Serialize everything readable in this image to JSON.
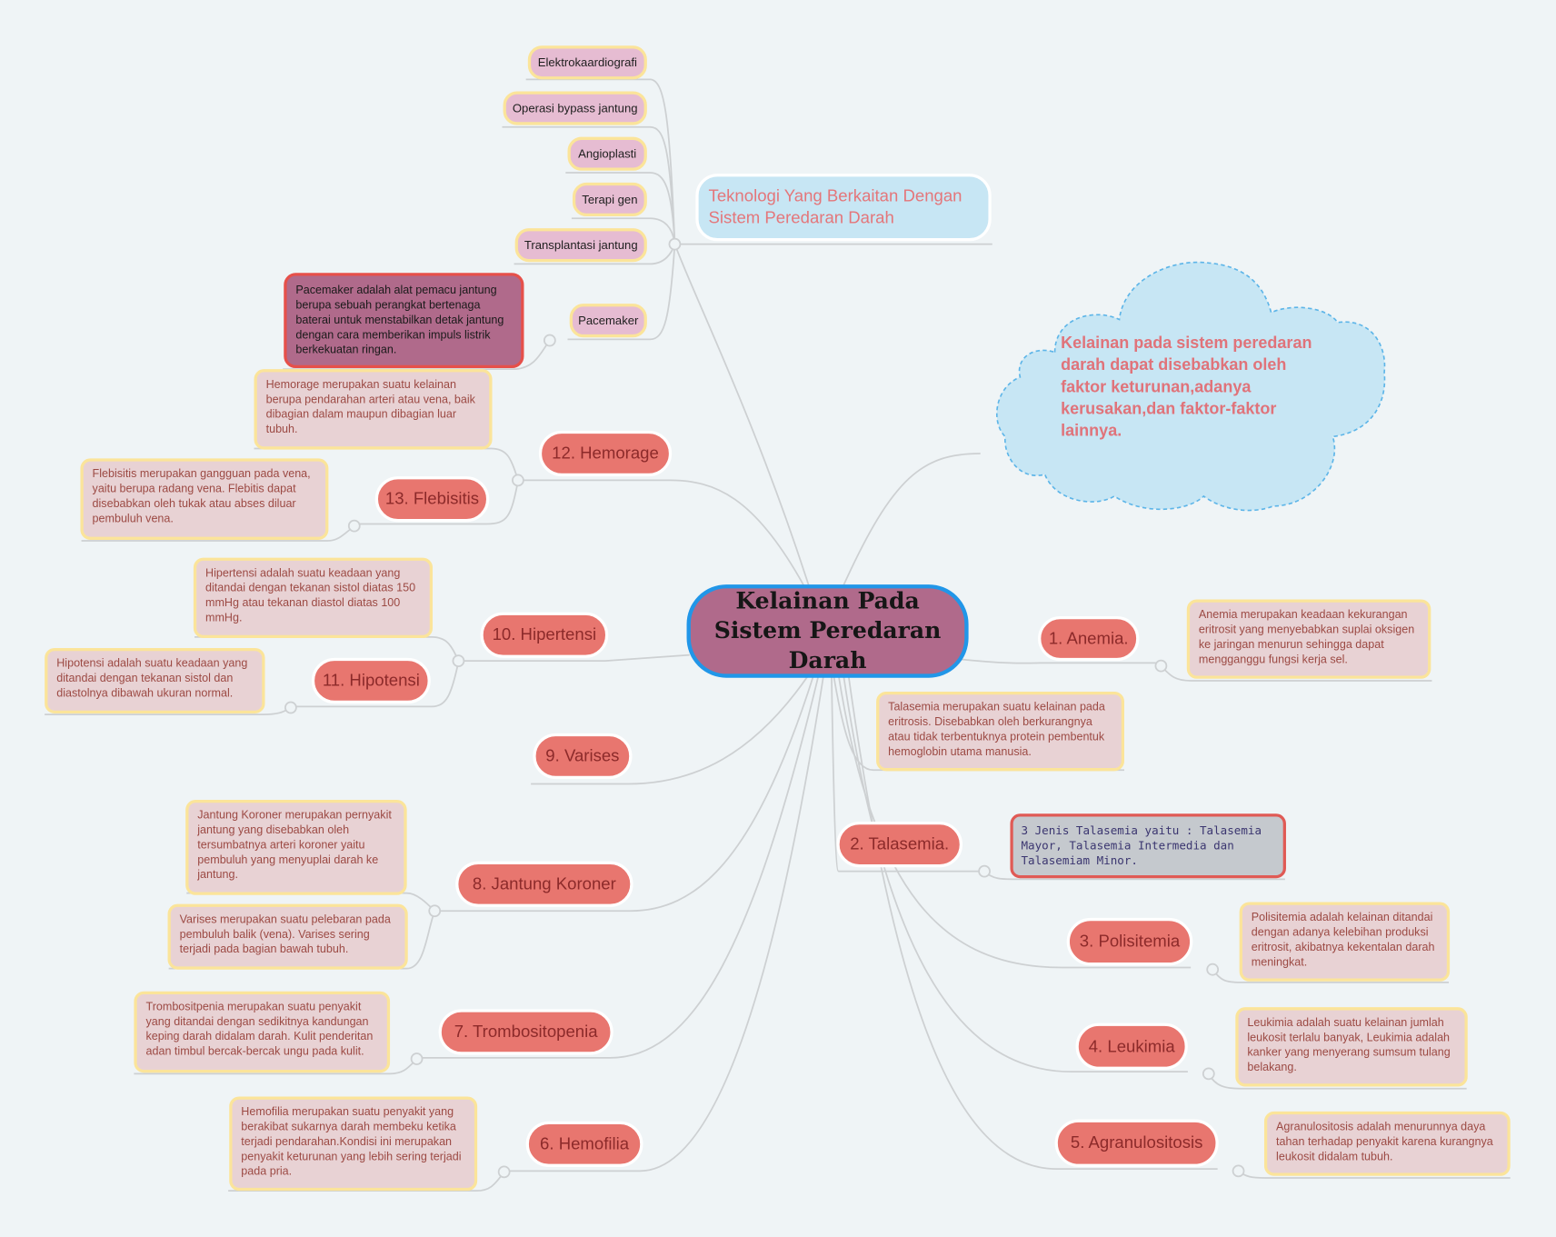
{
  "central_topic": "Kelainan Pada Sistem Peredaran Darah",
  "technology": {
    "title": "Teknologi Yang Berkaitan Dengan Sistem Peredaran Darah",
    "items": [
      "Elektrokaardiografi",
      "Operasi bypass jantung",
      "Angioplasti",
      "Terapi gen",
      "Transplantasi jantung",
      "Pacemaker"
    ],
    "pacemaker_note": "Pacemaker adalah alat pemacu jantung berupa sebuah perangkat bertenaga baterai untuk menstabilkan detak jantung dengan cara memberikan impuls listrik berkekuatan ringan."
  },
  "cloud_note": "Kelainan pada sistem peredaran darah dapat disebabkan oleh faktor keturunan,adanya kerusakan,dan faktor-faktor lainnya.",
  "disorders": [
    {
      "label": "1. Anemia.",
      "note": "Anemia merupakan keadaan kekurangan eritrosit yang menyebabkan suplai oksigen ke jaringan menurun sehingga dapat mengganggu fungsi kerja sel."
    },
    {
      "label": "2. Talasemia.",
      "note": "3 Jenis Talasemia yaitu : Talasemia Mayor, Talasemia Intermedia dan Talasemiam Minor.",
      "note_top": "Talasemia merupakan suatu kelainan pada eritrosis. Disebabkan oleh berkurangnya atau tidak terbentuknya protein pembentuk hemoglobin utama manusia."
    },
    {
      "label": "3. Polisitemia",
      "note": "Polisitemia adalah kelainan ditandai dengan adanya kelebihan produksi eritrosit, akibatnya kekentalan darah meningkat."
    },
    {
      "label": "4. Leukimia",
      "note": "Leukimia adalah suatu kelainan jumlah leukosit terlalu banyak, Leukimia adalah kanker yang menyerang sumsum tulang belakang."
    },
    {
      "label": "5. Agranulositosis",
      "note": "Agranulositosis adalah menurunnya daya tahan terhadap penyakit karena kurangnya leukosit didalam tubuh."
    },
    {
      "label": "6. Hemofilia",
      "note": "Hemofilia merupakan suatu penyakit yang berakibat sukarnya darah membeku ketika terjadi pendarahan.Kondisi ini merupakan penyakit keturunan yang lebih sering terjadi pada pria."
    },
    {
      "label": "7. Trombositopenia",
      "note": "Trombositpenia merupakan suatu penyakit yang ditandai dengan sedikitnya kandungan keping darah didalam darah. Kulit penderitan adan timbul bercak-bercak ungu pada kulit."
    },
    {
      "label": "8. Jantung Koroner",
      "note": "Jantung Koroner merupakan pernyakit jantung yang disebabkan oleh tersumbatnya arteri koroner yaitu pembuluh yang menyuplai darah ke jantung.",
      "note2": "Varises merupakan suatu pelebaran pada pembuluh balik (vena). Varises sering terjadi pada bagian bawah tubuh."
    },
    {
      "label": "9. Varises"
    },
    {
      "label": "10. Hipertensi",
      "note": "Hipertensi adalah suatu keadaan yang ditandai dengan tekanan sistol diatas 150 mmHg atau tekanan diastol diatas 100 mmHg."
    },
    {
      "label": "11. Hipotensi",
      "note": "Hipotensi adalah suatu keadaan yang ditandai dengan tekanan sistol dan diastolnya dibawah ukuran normal."
    },
    {
      "label": "12. Hemorage",
      "note": "Hemorage merupakan suatu kelainan berupa pendarahan arteri atau vena, baik dibagian dalam maupun dibagian luar tubuh."
    },
    {
      "label": "13. Flebisitis",
      "note": "Flebisitis merupakan gangguan pada vena, yaitu berupa radang vena. Flebitis dapat disebabkan oleh tukak atau abses diluar pembuluh vena."
    }
  ],
  "colors": {
    "background": "#eff4f6",
    "central_fill": "#b06a8b",
    "central_border": "#2196e8",
    "topic_fill": "#e8766f",
    "note_fill": "#e8d2d4",
    "note_border": "#fbe49a",
    "tech_item_fill": "#e6bcd2",
    "cloud_fill": "#c7e6f4",
    "line": "#cdd0d2"
  }
}
